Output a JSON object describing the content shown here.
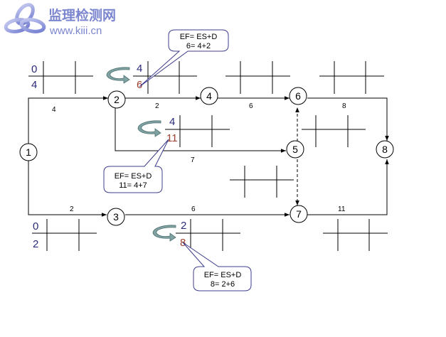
{
  "logo": {
    "title": "监理检测网",
    "url": "www.kiii.cn",
    "icon": "interlocked-rings-logo-icon",
    "color": "#7c86cf"
  },
  "colors": {
    "line": "#000000",
    "es_text": "#2a2a7a",
    "ef_text": "#a04030",
    "callout_border": "#3c3c8c",
    "rotate_arrow": "#6f9494"
  },
  "nodes": [
    {
      "id": "1",
      "label": "1"
    },
    {
      "id": "2",
      "label": "2"
    },
    {
      "id": "3",
      "label": "3"
    },
    {
      "id": "4",
      "label": "4"
    },
    {
      "id": "5",
      "label": "5"
    },
    {
      "id": "6",
      "label": "6"
    },
    {
      "id": "7",
      "label": "7"
    },
    {
      "id": "8",
      "label": "8"
    }
  ],
  "activities": [
    {
      "from": "1",
      "to": "2",
      "duration": "4",
      "dummy": false,
      "es": "0",
      "ef": "4"
    },
    {
      "from": "2",
      "to": "4",
      "duration": "2",
      "dummy": false,
      "es": "4",
      "ef": "6"
    },
    {
      "from": "4",
      "to": "6",
      "duration": "6",
      "dummy": false,
      "es": "",
      "ef": ""
    },
    {
      "from": "6",
      "to": "8",
      "duration": "8",
      "dummy": false,
      "es": "",
      "ef": ""
    },
    {
      "from": "2",
      "to": "5",
      "duration": "7",
      "dummy": false,
      "es": "4",
      "ef": "11"
    },
    {
      "from": "1",
      "to": "3",
      "duration": "2",
      "dummy": false,
      "es": "0",
      "ef": "2"
    },
    {
      "from": "3",
      "to": "7",
      "duration": "6",
      "dummy": false,
      "es": "2",
      "ef": "8"
    },
    {
      "from": "7",
      "to": "8",
      "duration": "11",
      "dummy": false,
      "es": "",
      "ef": ""
    },
    {
      "from": "5",
      "to": "6",
      "duration": "",
      "dummy": true,
      "es": "",
      "ef": ""
    },
    {
      "from": "5",
      "to": "7",
      "duration": "",
      "dummy": true,
      "es": "",
      "ef": ""
    }
  ],
  "callouts": [
    {
      "line1": "EF= ES+D",
      "line2": "6= 4+2"
    },
    {
      "line1": "EF= ES+D",
      "line2": "11= 4+7"
    },
    {
      "line1": "EF= ES+D",
      "line2": "8= 2+6"
    }
  ]
}
